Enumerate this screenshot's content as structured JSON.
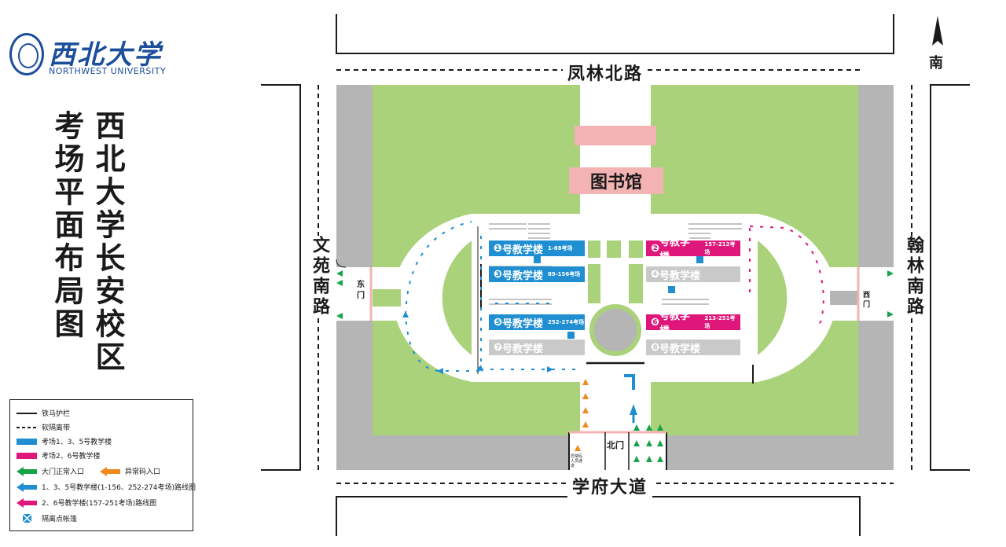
{
  "logo": {
    "cn": "西北大学",
    "en": "NORTHWEST UNIVERSITY"
  },
  "title": {
    "col1": "西北大学长安校区",
    "col2": "考场平面布局图"
  },
  "compass": {
    "label": "南",
    "icon": "north-arrow-icon"
  },
  "roads": {
    "north": "凤林北路",
    "south": "学府大道",
    "west": "文苑南路",
    "east": "翰林南路"
  },
  "gates": {
    "east_gate": "东门",
    "west_gate": "西门",
    "north_gate": "北门",
    "abnormal_entry_note": "异常码人员通道"
  },
  "library": "图书馆",
  "buildings": [
    {
      "num": "❶",
      "name": "号教学楼",
      "range": "1-88考场",
      "type": "blue"
    },
    {
      "num": "❷",
      "name": "号教学楼",
      "range": "157-212考场",
      "type": "magenta"
    },
    {
      "num": "❸",
      "name": "号教学楼",
      "range": "89-156考场",
      "type": "blue"
    },
    {
      "num": "❹",
      "name": "号教学楼",
      "range": "",
      "type": "grey"
    },
    {
      "num": "❺",
      "name": "号教学楼",
      "range": "252-274考场",
      "type": "blue"
    },
    {
      "num": "❻",
      "name": "号教学楼",
      "range": "213-251考场",
      "type": "magenta"
    },
    {
      "num": "❼",
      "name": "号教学楼",
      "range": "",
      "type": "grey"
    },
    {
      "num": "❽",
      "name": "号教学楼",
      "range": "",
      "type": "grey"
    }
  ],
  "legend": [
    {
      "symbol": "solid-line",
      "label": "铁马护栏"
    },
    {
      "symbol": "dashed-line",
      "label": "软隔离带"
    },
    {
      "symbol": "blue-bar",
      "label": "考场1、3、5号教学楼"
    },
    {
      "symbol": "magenta-bar",
      "label": "考场2、6号教学楼"
    },
    {
      "symbol": "green-arrow",
      "label": "大门正常入口"
    },
    {
      "symbol": "orange-arrow",
      "label": "异常码入口"
    },
    {
      "symbol": "blue-arrow",
      "label": "1、3、5号教学楼(1-156、252-274考场)路线图"
    },
    {
      "symbol": "magenta-arrow",
      "label": "2、6号教学楼(157-251考场)路线图"
    },
    {
      "symbol": "tent-icon",
      "label": "隔离点帐篷"
    }
  ],
  "colors": {
    "blue": "#1f8fd2",
    "magenta": "#e0177a",
    "grass": "#a9d27b",
    "grey": "#b5b5b5",
    "pink": "#f3b3b3",
    "green_arrow": "#16a34a",
    "orange_arrow": "#f08a1c"
  }
}
